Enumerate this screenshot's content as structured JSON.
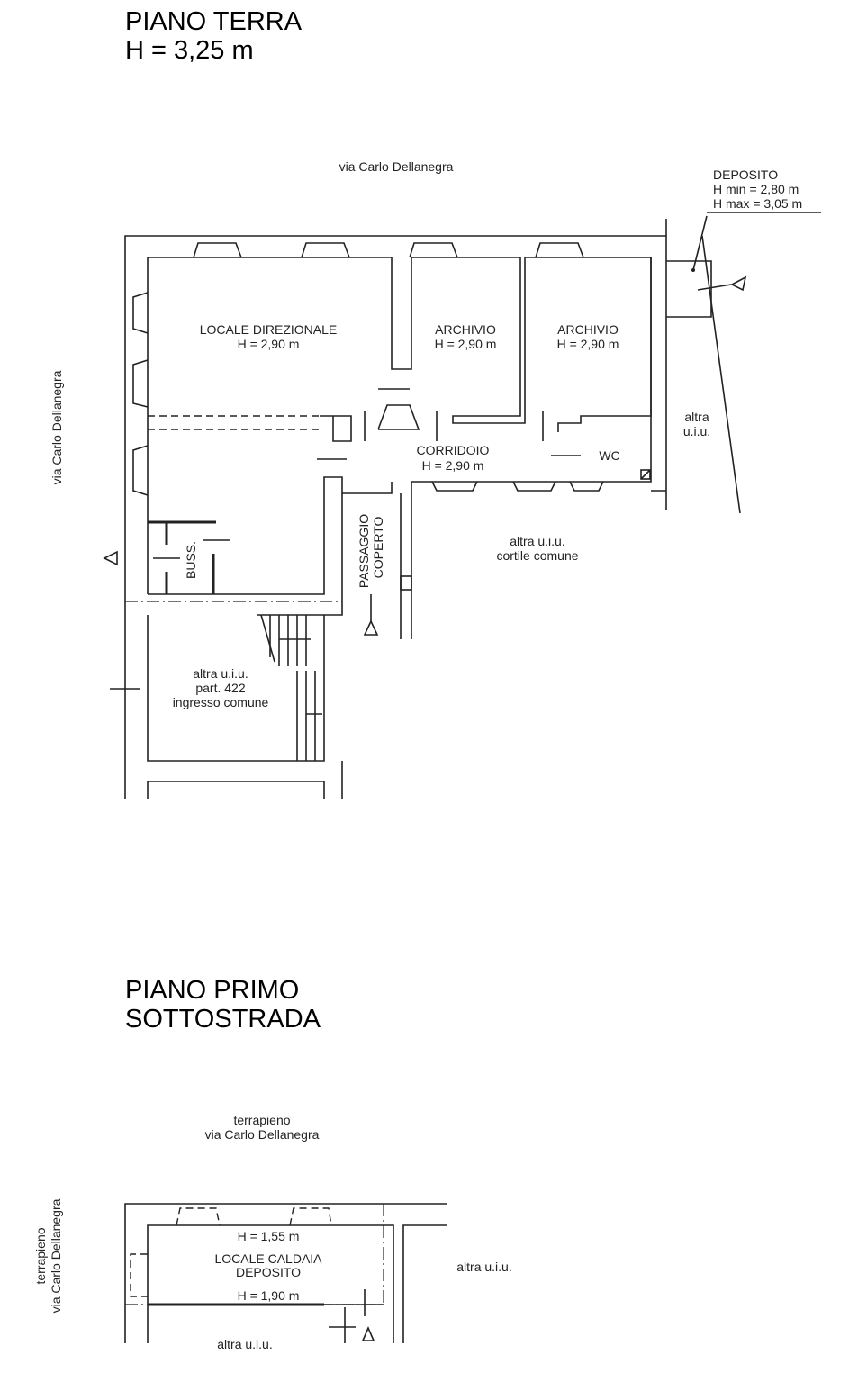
{
  "ground_floor": {
    "title_line1": "PIANO TERRA",
    "title_line2": "H = 3,25 m",
    "street_top": "via Carlo Dellanegra",
    "street_left": "via Carlo Dellanegra",
    "deposito": {
      "name": "DEPOSITO",
      "hmin": "H min = 2,80 m",
      "hmax": "H max = 3,05 m"
    },
    "rooms": [
      {
        "name": "LOCALE DIREZIONALE",
        "height": "H = 2,90 m"
      },
      {
        "name": "ARCHIVIO",
        "height": "H = 2,90 m"
      },
      {
        "name": "ARCHIVIO",
        "height": "H = 2,90 m"
      },
      {
        "name": "CORRIDOIO",
        "height": "H = 2,90 m"
      },
      {
        "name": "WC"
      },
      {
        "name": "BUSS."
      }
    ],
    "passaggio_line1": "PASSAGGIO",
    "passaggio_line2": "COPERTO",
    "altra_right_line1": "altra",
    "altra_right_line2": "u.i.u.",
    "cortile_line1": "altra u.i.u.",
    "cortile_line2": "cortile comune",
    "ingresso_line1": "altra u.i.u.",
    "ingresso_line2": "part. 422",
    "ingresso_line3": "ingresso comune"
  },
  "basement": {
    "title_line1": "PIANO PRIMO",
    "title_line2": "SOTTOSTRADA",
    "top_line1": "terrapieno",
    "top_line2": "via Carlo Dellanegra",
    "left_line1": "terrapieno",
    "left_line2": "via Carlo Dellanegra",
    "h_top": "H = 1,55 m",
    "room_line1": "LOCALE CALDAIA",
    "room_line2": "DEPOSITO",
    "h_bottom": "H = 1,90 m",
    "altra_right": "altra u.i.u.",
    "altra_bottom": "altra u.i.u."
  }
}
